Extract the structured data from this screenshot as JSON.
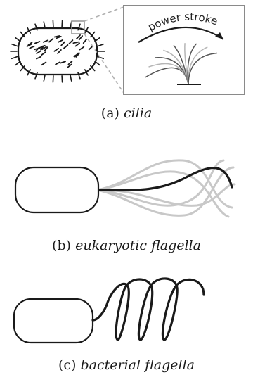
{
  "panels": [
    {
      "letter": "(a)",
      "term": "cilia"
    },
    {
      "letter": "(b)",
      "term": "eukaryotic flagella"
    },
    {
      "letter": "(c)",
      "term": "bacterial flagella"
    }
  ],
  "inset": {
    "label": "power stroke"
  },
  "colors": {
    "ink": "#1a1a1a",
    "faded": "#c8c8c8",
    "inset_gray": "#9a9a9a",
    "box": "#8a8a8a"
  }
}
